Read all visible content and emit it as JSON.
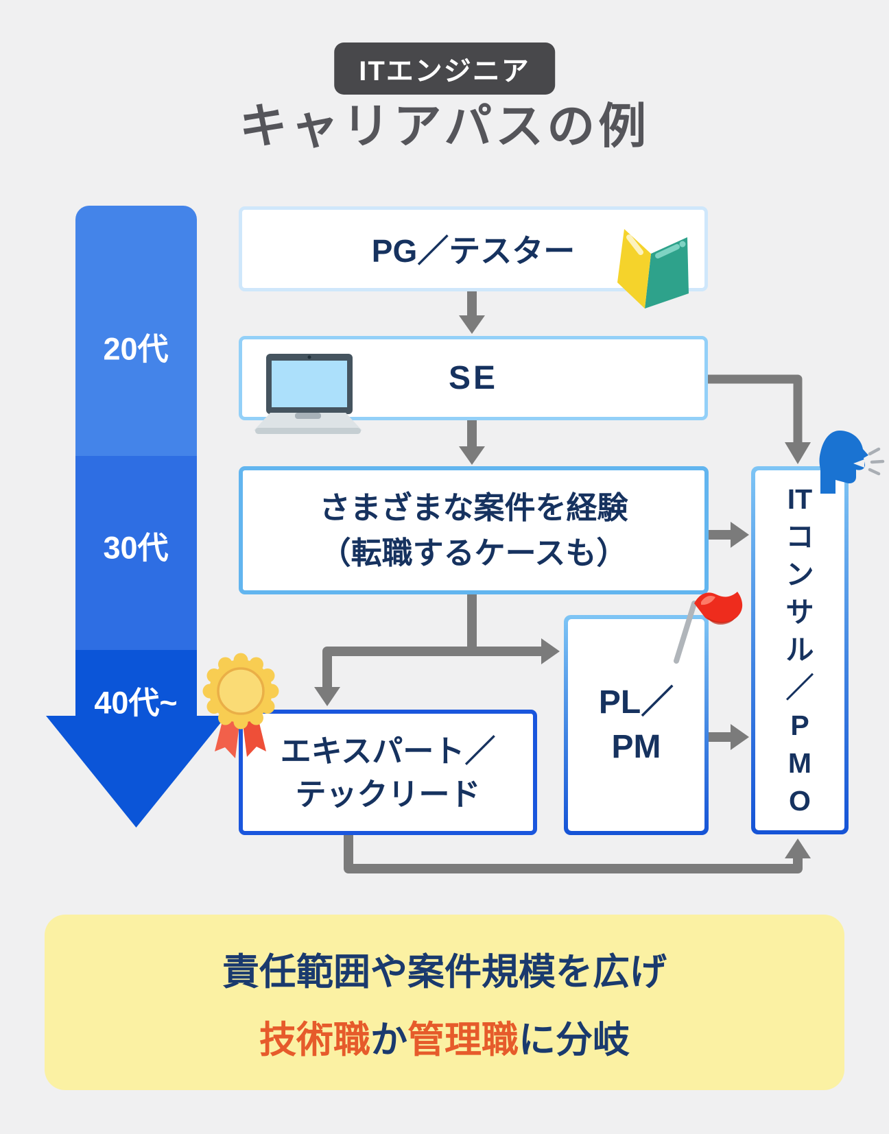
{
  "header": {
    "badge": "ITエンジニア",
    "title": "キャリアパスの例"
  },
  "timeline": {
    "labels": [
      "20代",
      "30代",
      "40代~"
    ],
    "colors": {
      "s20": "#4484E9",
      "s30": "#2E6EE3",
      "s40": "#0B55D8"
    }
  },
  "nodes": {
    "pg": {
      "label": "PG／テスター",
      "icon": "open-book-icon"
    },
    "se": {
      "label": "SE",
      "icon": "laptop-icon"
    },
    "experience": {
      "line1": "さまざまな案件を経験",
      "line2": "（転職するケースも）"
    },
    "expert": {
      "line1": "エキスパート／",
      "line2": "テックリード",
      "icon": "medal-icon"
    },
    "plpm": {
      "line1": "PL／",
      "line2": "PM",
      "icon": "red-flag-icon"
    },
    "itconsul": {
      "chars": [
        "IT",
        "コ",
        "ン",
        "サ",
        "ル",
        "／",
        "P",
        "M",
        "O"
      ],
      "icon": "talking-head-icon"
    }
  },
  "footer": {
    "line1": "責任範囲や案件規模を広げ",
    "line2": [
      {
        "text": "技術職",
        "accent": true
      },
      {
        "text": "か",
        "accent": false
      },
      {
        "text": "管理職",
        "accent": true
      },
      {
        "text": "に分岐",
        "accent": false
      }
    ]
  },
  "colors": {
    "background": "#F0F0F1",
    "badge_bg": "#48484B",
    "title_text": "#55555A",
    "node_text_navy": "#16325F",
    "connector_gray": "#7B7B7B",
    "footer_bg": "#FBF1A3",
    "footer_accent_orange": "#E65B2B",
    "box_border_light": "#CFE7FB",
    "box_border_mid": "#62B5EF",
    "box_border_royal": "#1A56DD"
  }
}
